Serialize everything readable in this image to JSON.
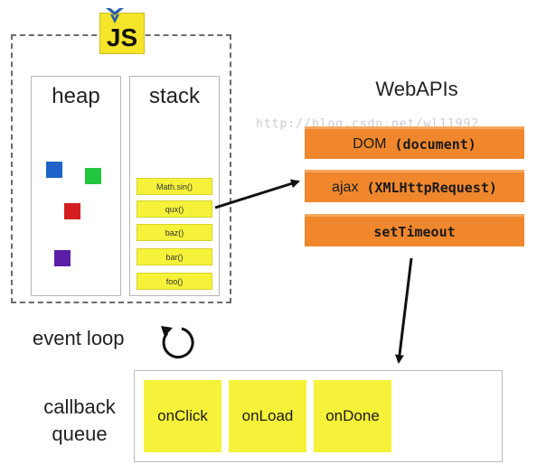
{
  "engine": {
    "badge_text": "JS"
  },
  "heap": {
    "title": "heap",
    "objects": [
      {
        "color": "#1f63c8"
      },
      {
        "color": "#22c73f"
      },
      {
        "color": "#d51f1f"
      },
      {
        "color": "#5b1ea6"
      }
    ]
  },
  "stack": {
    "title": "stack",
    "frames": [
      "Math.sin()",
      "qux()",
      "baz()",
      "bar()",
      "foo()"
    ]
  },
  "webapis": {
    "title": "WebAPIs",
    "items": [
      {
        "name": "DOM",
        "arg": "(document)"
      },
      {
        "name": "ajax",
        "arg": "(XMLHttpRequest)"
      },
      {
        "name": "",
        "arg": "setTimeout"
      }
    ]
  },
  "event_loop": {
    "label": "event loop"
  },
  "callback_queue": {
    "label_line1": "callback",
    "label_line2": "queue",
    "items": [
      "onClick",
      "onLoad",
      "onDone"
    ]
  },
  "watermark": "http://blog.csdn.net/wl11992",
  "colors": {
    "api_orange": "#f0872c",
    "frame_yellow": "#f6f23a",
    "badge_yellow": "#f5e52a"
  }
}
